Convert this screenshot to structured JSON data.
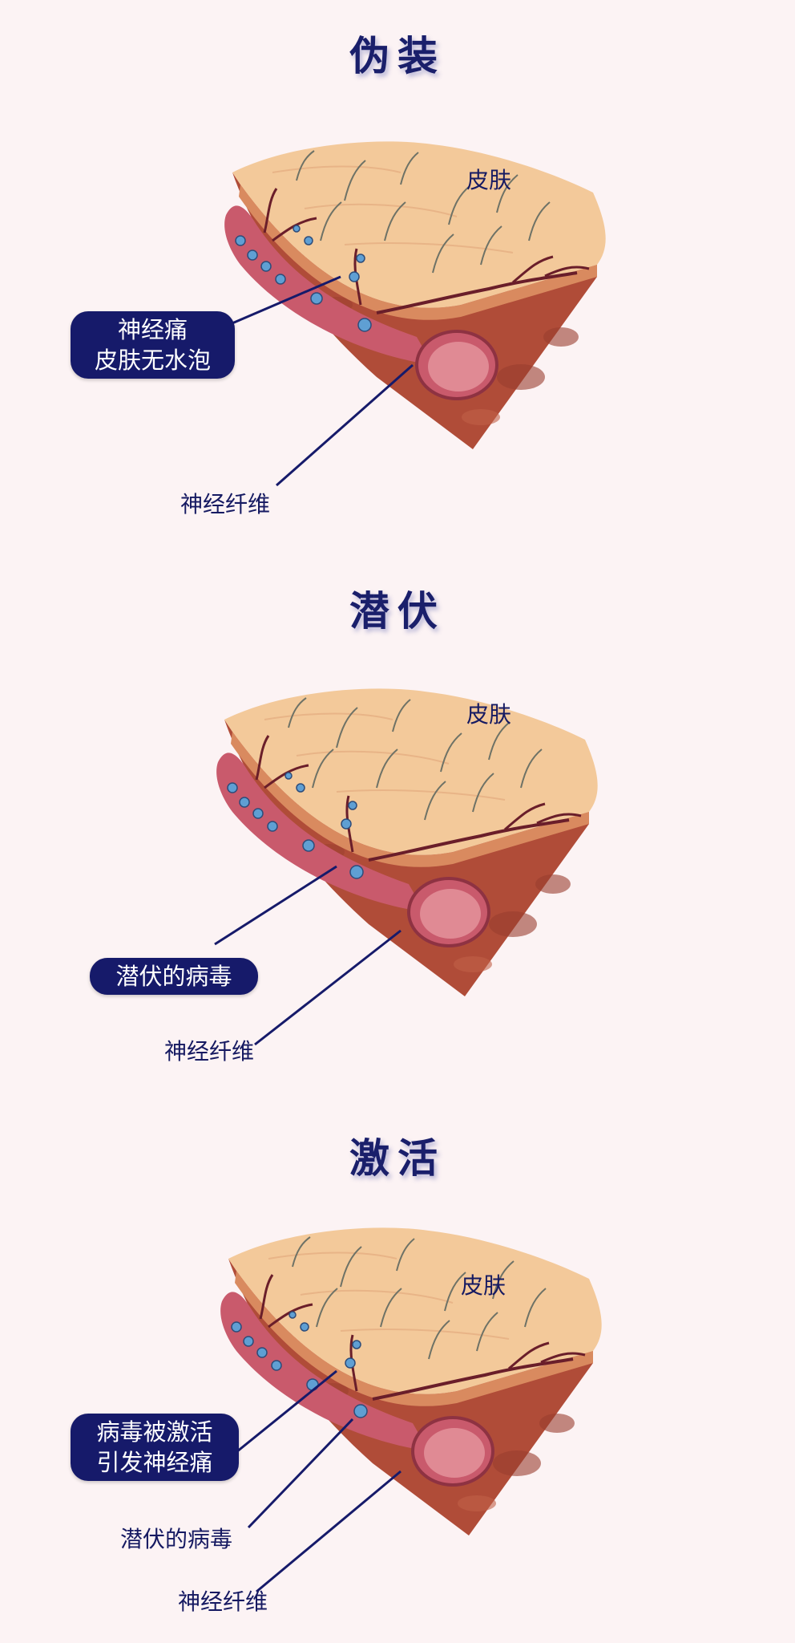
{
  "panels": [
    {
      "title": "伪装",
      "skin_label": "皮肤",
      "callout_lines": [
        "神经痛",
        "皮肤无水泡"
      ],
      "nerve_label": "神经纤维"
    },
    {
      "title": "潜伏",
      "skin_label": "皮肤",
      "callout_lines": [
        "潜伏的病毒"
      ],
      "nerve_label": "神经纤维"
    },
    {
      "title": "激活",
      "skin_label": "皮肤",
      "callout_lines": [
        "病毒被激活",
        "引发神经痛"
      ],
      "virus_label": "潜伏的病毒",
      "nerve_label": "神经纤维"
    }
  ],
  "colors": {
    "background": "#fcf3f4",
    "label_navy": "#161a6a",
    "skin_top": "#f3c99a",
    "tissue": "#b24e3a",
    "nerve": "#c95a6c",
    "virus": "#5f9fd3"
  }
}
